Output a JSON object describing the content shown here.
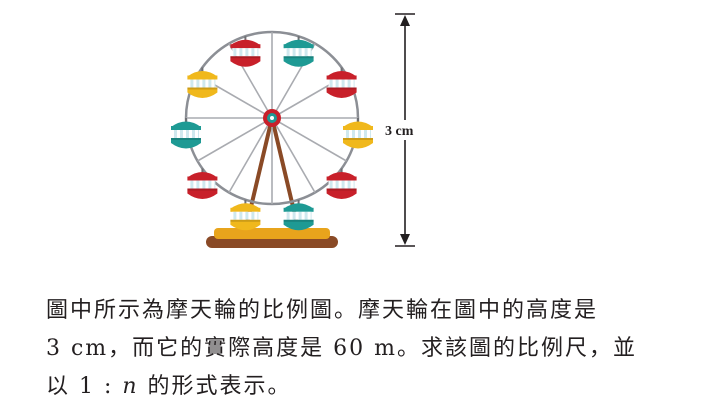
{
  "figure": {
    "height_label": "3 cm",
    "cabin_colors": [
      "#c8202a",
      "#1e9a94",
      "#f0b81c"
    ],
    "frame_color": "#8a4a26",
    "base_color": "#e8a41c"
  },
  "question": {
    "line1": "圖中所示為摩天輪的比例圖。摩天輪在圖中的高度是",
    "line2": "3 cm，而它的實際高度是 60 m。求該圖的比例尺，並",
    "line3_pre": "以 1 : ",
    "line3_var": "n",
    "line3_post": " 的形式表示。"
  }
}
